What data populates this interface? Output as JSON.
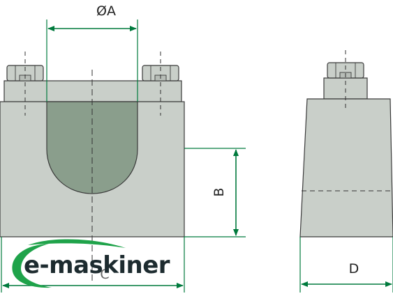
{
  "labels": {
    "diameter": "ØA",
    "height": "B",
    "width": "C",
    "depth": "D"
  },
  "logo": {
    "text": "e-maskiner"
  },
  "colors": {
    "body_fill": "#c9cfc9",
    "body_stroke": "#3a3a3a",
    "groove_fill": "#8a9e8c",
    "dimension": "#007a3d",
    "center_line": "#333333",
    "logo_swoosh": "#1fa34a"
  }
}
